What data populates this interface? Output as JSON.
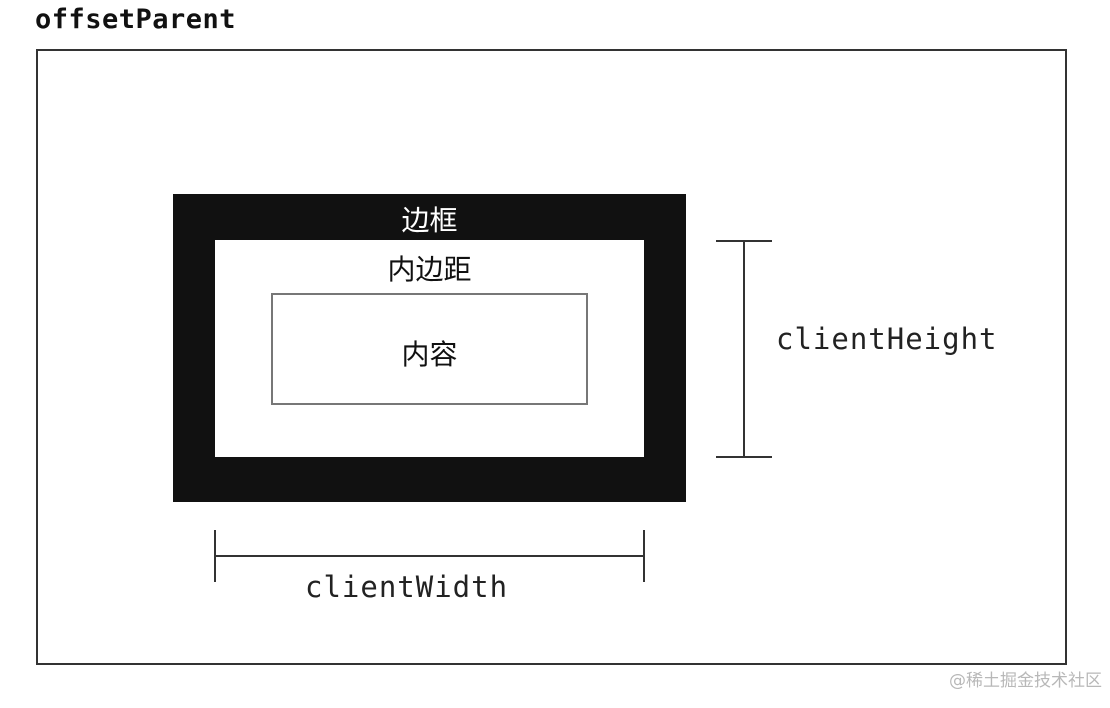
{
  "diagram": {
    "title": "offsetParent",
    "border_label": "边框",
    "padding_label": "内边距",
    "content_label": "内容",
    "client_height_label": "clientHeight",
    "client_width_label": "clientWidth"
  },
  "watermark": "@稀土掘金技术社区"
}
